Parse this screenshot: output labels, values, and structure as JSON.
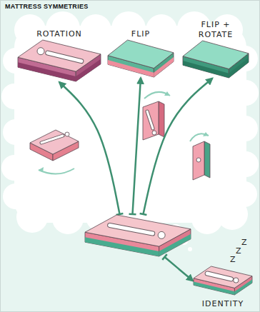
{
  "diagram": {
    "title": "MATTRESS SYMMETRIES",
    "nodes": [
      {
        "text": [
          "ROTATION"
        ]
      },
      {
        "text": [
          "FLIP"
        ]
      },
      {
        "text": [
          "FLIP + ROTATE"
        ]
      },
      {
        "text": []
      },
      {
        "text": [
          "IDENTITY"
        ]
      }
    ],
    "edges": [
      {
        "from": 3,
        "to": 0,
        "arrow": "to"
      },
      {
        "from": 3,
        "to": 1,
        "arrow": "to"
      },
      {
        "from": 3,
        "to": 2,
        "arrow": "to"
      },
      {
        "from": 3,
        "to": 4,
        "arrow": "to"
      }
    ],
    "labels": [
      "Z",
      "Z",
      "Z"
    ]
  }
}
